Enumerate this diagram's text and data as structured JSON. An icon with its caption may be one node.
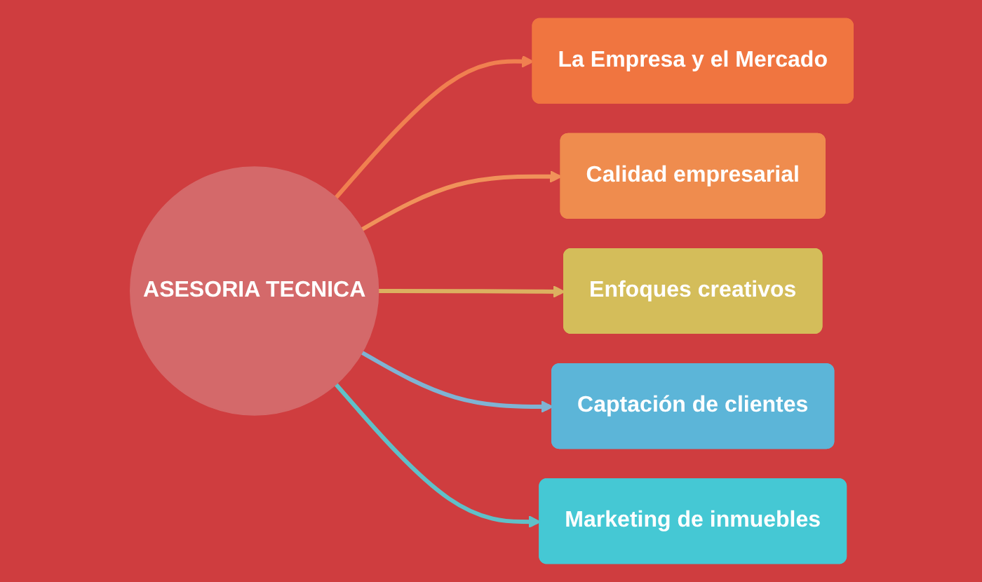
{
  "diagram": {
    "nodes": [
      {
        "text": [
          "ASESORIA TECNICA"
        ]
      },
      {
        "text": [
          "La Empresa y el Mercado"
        ]
      },
      {
        "text": [
          "Calidad empresarial"
        ]
      },
      {
        "text": [
          "Enfoques creativos"
        ]
      },
      {
        "text": [
          "Captación de clientes"
        ]
      },
      {
        "text": [
          "Marketing de inmuebles"
        ]
      }
    ],
    "edges": [
      {
        "from": 0,
        "to": 1,
        "arrow": "to",
        "color": "#f08050"
      },
      {
        "from": 0,
        "to": 2,
        "arrow": "to",
        "color": "#f0925a"
      },
      {
        "from": 0,
        "to": 3,
        "arrow": "to",
        "color": "#dcb060"
      },
      {
        "from": 0,
        "to": 4,
        "arrow": "to",
        "color": "#7fb3d3"
      },
      {
        "from": 0,
        "to": 5,
        "arrow": "to",
        "color": "#5fc0c8"
      }
    ]
  }
}
